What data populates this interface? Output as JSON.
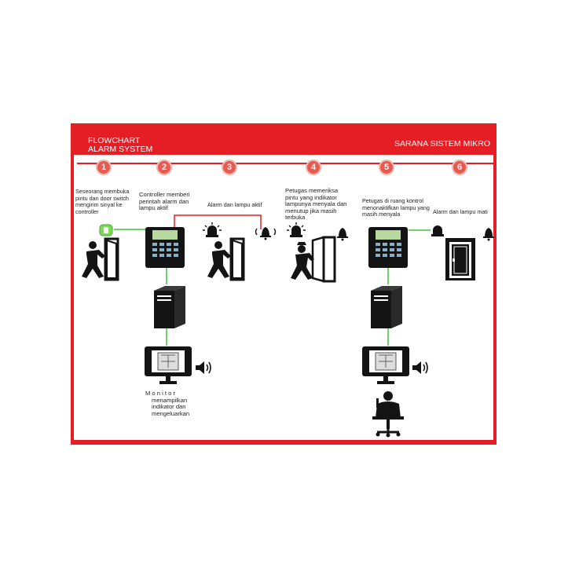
{
  "header": {
    "title_lines": [
      "FLOWCHART",
      "ALARM SYSTEM"
    ],
    "right_title": "SARANA SISTEM MIKRO"
  },
  "steps": [
    {
      "number": "1",
      "lines": [
        "Seseorang membuka",
        "pintu dan door switch",
        "mengirim sinyal ke",
        "controller"
      ]
    },
    {
      "number": "2",
      "lines": [
        "Controller memberi",
        "perintah alarm dan",
        "lampu aktif"
      ]
    },
    {
      "number": "3",
      "lines": [
        "Alarm dan lampu aktif"
      ]
    },
    {
      "number": "4",
      "lines": [
        "Petugas memeriksa",
        "pintu yang indikator",
        "lampunya menyala dan",
        "menutup jika masih",
        "terbuka"
      ]
    },
    {
      "number": "5",
      "lines": [
        "Petugas di ruang kontrol",
        "menonaktifkan lampu yang",
        "masih menyala"
      ]
    },
    {
      "number": "6",
      "lines": [
        "Alarm dan lampu mati"
      ]
    }
  ],
  "monitor_caption": [
    "M o n i t o r",
    "menampilkan",
    "indikator dan",
    "mengeluarkan"
  ],
  "colors": {
    "brand_red": "#e51e25",
    "wire_green": "#3fc23f",
    "wire_red": "#e51e25",
    "icon_black": "#141414"
  },
  "icons": [
    "door-switch-icon",
    "person-opening-door-icon",
    "controller-panel-icon",
    "server-tower-icon",
    "monitor-icon",
    "speaker-icon",
    "alarm-light-icon",
    "bell-icon",
    "guard-closing-door-icon",
    "closed-door-icon",
    "operator-desk-icon"
  ]
}
